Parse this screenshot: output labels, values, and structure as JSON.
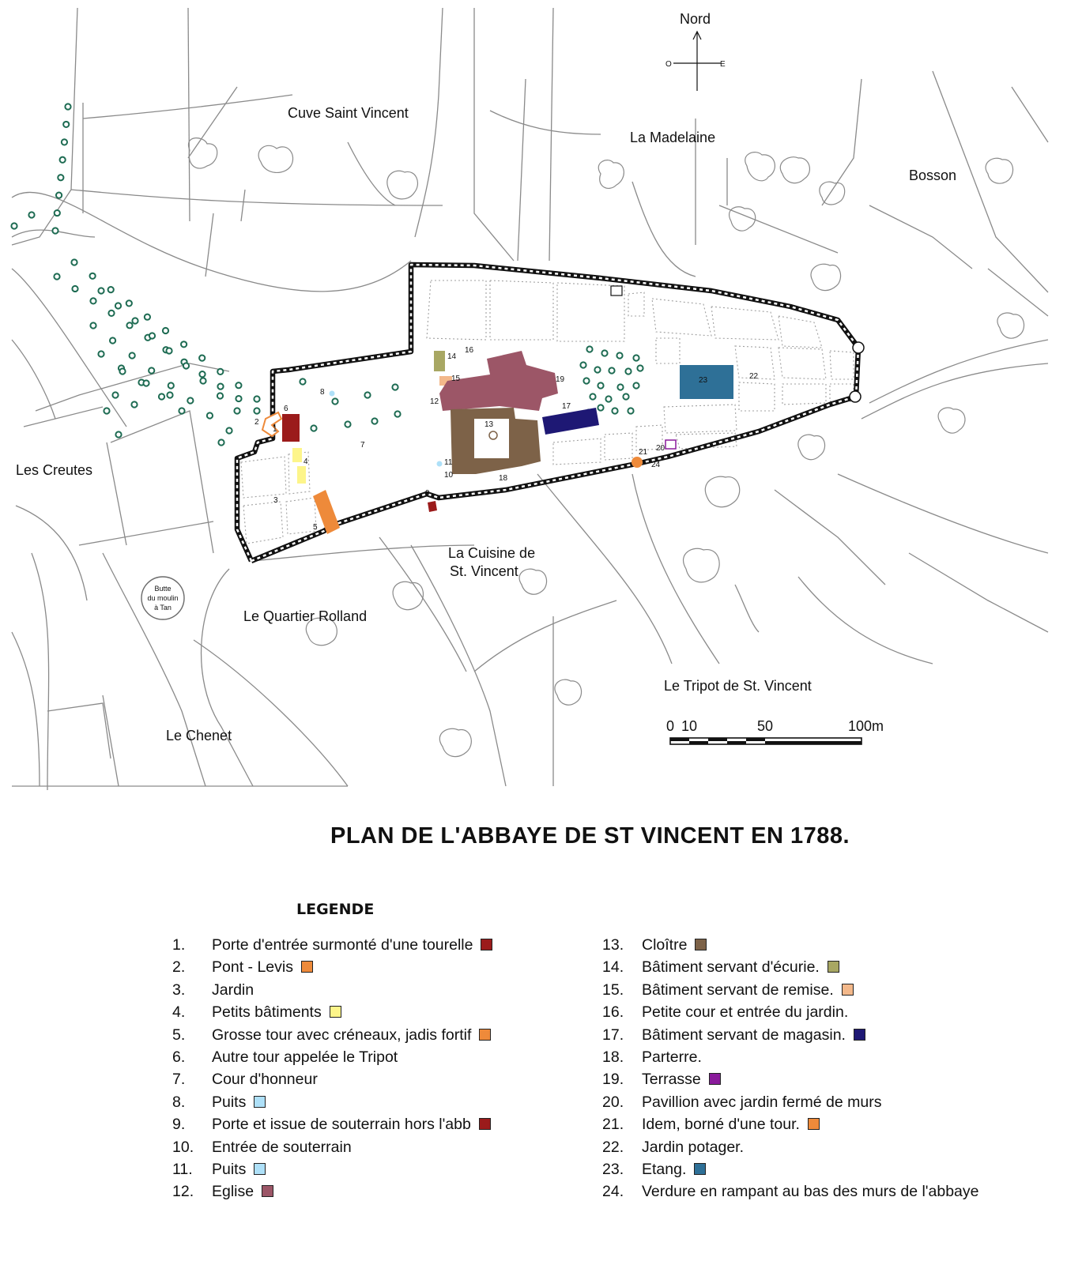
{
  "map": {
    "compass": {
      "north": "Nord",
      "west": "O",
      "east": "E"
    },
    "places": [
      {
        "id": "cuve",
        "label": "Cuve Saint Vincent"
      },
      {
        "id": "madelaine",
        "label": "La Madelaine"
      },
      {
        "id": "bosson",
        "label": "Bosson"
      },
      {
        "id": "creutes",
        "label": "Les Creutes"
      },
      {
        "id": "cuisine1",
        "label": "La Cuisine de"
      },
      {
        "id": "cuisine2",
        "label": "St. Vincent"
      },
      {
        "id": "rolland",
        "label": "Le Quartier Rolland"
      },
      {
        "id": "tripot",
        "label": "Le Tripot de St. Vincent"
      },
      {
        "id": "chenet",
        "label": "Le Chenet"
      }
    ],
    "butte": [
      "Butte",
      "du moulin",
      "à Tan"
    ],
    "scale": {
      "labels": [
        "0",
        "10",
        "50",
        "100m"
      ]
    },
    "numbers": [
      "1",
      "2",
      "3",
      "4",
      "5",
      "6",
      "7",
      "8",
      "9",
      "10",
      "11",
      "12",
      "13",
      "14",
      "15",
      "16",
      "17",
      "18",
      "19",
      "20",
      "21",
      "22",
      "23",
      "24"
    ]
  },
  "title": "PLAN  DE L'ABBAYE DE ST  VINCENT EN 1788.",
  "legend": {
    "heading": "LEGENDE",
    "left": [
      {
        "n": "1.",
        "text": "Porte d'entrée surmonté d'une tourelle",
        "color": "#9b1b1b"
      },
      {
        "n": "2.",
        "text": "Pont - Levis",
        "color": "#ee8a3a"
      },
      {
        "n": "3.",
        "text": "Jardin",
        "color": null
      },
      {
        "n": "4.",
        "text": "Petits bâtiments",
        "color": "#fdf58a"
      },
      {
        "n": "5.",
        "text": "Grosse tour avec créneaux, jadis fortif",
        "color": "#ee8a3a"
      },
      {
        "n": "6.",
        "text": "Autre tour appelée le Tripot",
        "color": null
      },
      {
        "n": "7.",
        "text": "Cour d'honneur",
        "color": null
      },
      {
        "n": "8.",
        "text": "Puits",
        "color": "#aee0f8"
      },
      {
        "n": "9.",
        "text": "Porte et issue de souterrain hors l'abb",
        "color": "#9b1b1b"
      },
      {
        "n": "10.",
        "text": "Entrée de souterrain",
        "color": null
      },
      {
        "n": "11.",
        "text": "Puits",
        "color": "#aee0f8"
      },
      {
        "n": "12.",
        "text": "Eglise",
        "color": "#9c5667"
      }
    ],
    "right": [
      {
        "n": "13.",
        "text": "Cloître",
        "color": "#7d6248"
      },
      {
        "n": "14.",
        "text": "Bâtiment servant d'écurie.",
        "color": "#a8a763"
      },
      {
        "n": "15.",
        "text": "Bâtiment servant de remise.",
        "color": "#f3b88a"
      },
      {
        "n": "16.",
        "text": "Petite cour et entrée du jardin.",
        "color": null
      },
      {
        "n": "17.",
        "text": "Bâtiment servant de magasin.",
        "color": "#1e1874"
      },
      {
        "n": "18.",
        "text": "Parterre.",
        "color": null
      },
      {
        "n": "19.",
        "text": "Terrasse",
        "color": "#8a1a9b"
      },
      {
        "n": "20.",
        "text": "Pavillion avec jardin fermé de murs",
        "color": null
      },
      {
        "n": "21.",
        "text": "Idem, borné d'une tour.",
        "color": "#ee8a3a"
      },
      {
        "n": "22.",
        "text": "Jardin potager.",
        "color": null
      },
      {
        "n": "23.",
        "text": "Etang.",
        "color": "#2e7097"
      },
      {
        "n": "24.",
        "text": "Verdure en rampant au bas des murs de l'abbaye",
        "color": null
      }
    ]
  }
}
